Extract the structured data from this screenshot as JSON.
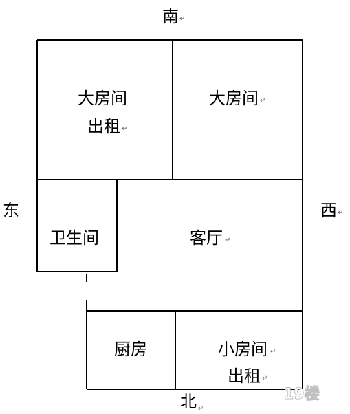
{
  "compass": {
    "south": "南",
    "north": "北",
    "east": "东",
    "west": "西"
  },
  "rooms": {
    "big_room_rent": {
      "line1": "大房间",
      "line2": "出租"
    },
    "big_room": {
      "line1": "大房间"
    },
    "bathroom": {
      "line1": "卫生间"
    },
    "living_room": {
      "line1": "客厅"
    },
    "kitchen": {
      "line1": "厨房"
    },
    "small_room_rent": {
      "line1": "小房间",
      "line2": "出租"
    }
  },
  "watermark": {
    "logo": "19楼"
  },
  "return_mark": "↵"
}
